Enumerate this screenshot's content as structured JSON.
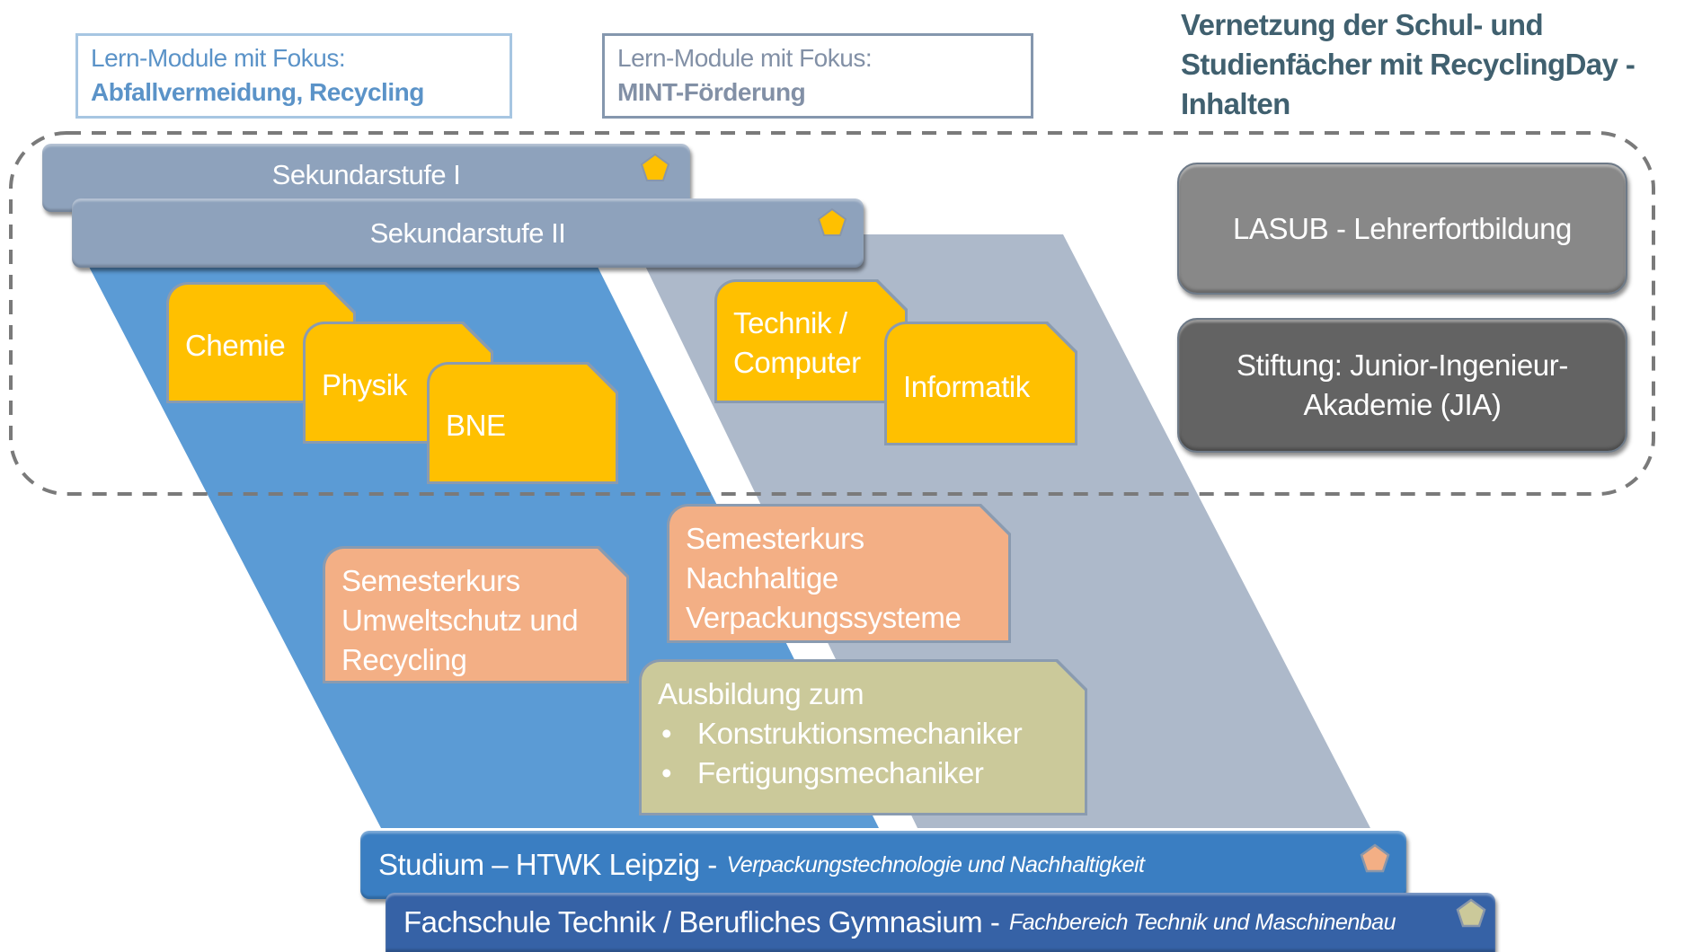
{
  "title": {
    "lines": [
      "Vernetzung der Schul- und",
      "Studienfächer mit RecyclingDay -",
      "Inhalten"
    ]
  },
  "focus_boxes": [
    {
      "line1": "Lern-Module mit Fokus:",
      "line2": "Abfallvermeidung, Recycling",
      "color": "#5b93c8"
    },
    {
      "line1": "Lern-Module mit Fokus:",
      "line2": "MINT-Förderung",
      "color": "#8290a6"
    }
  ],
  "school_levels": [
    {
      "label": "Sekundarstufe I",
      "marker": "pentagon-yellow"
    },
    {
      "label": "Sekundarstufe II",
      "marker": "pentagon-yellow"
    }
  ],
  "recycling_track": {
    "color": "#5b9bd5",
    "school_modules": [
      "Chemie",
      "Physik",
      "BNE"
    ],
    "course": {
      "lines": [
        "Semesterkurs",
        "Umweltschutz und",
        "Recycling"
      ]
    }
  },
  "mint_track": {
    "color": "#adb9ca",
    "school_modules": [
      {
        "lines": [
          "Technik /",
          "Computer"
        ]
      },
      {
        "lines": [
          "Informatik"
        ]
      }
    ],
    "course": {
      "lines": [
        "Semesterkurs",
        "Nachhaltige",
        "Verpackungssysteme"
      ]
    },
    "training": {
      "heading": "Ausbildung zum",
      "items": [
        "Konstruktionsmechaniker",
        "Fertigungsmechaniker"
      ]
    }
  },
  "partners": [
    {
      "label": "LASUB - Lehrerfortbildung",
      "color": "#888888"
    },
    {
      "lines": [
        "Stiftung: Junior-Ingenieur-",
        "Akademie (JIA)"
      ],
      "color": "#636363"
    }
  ],
  "institutions": [
    {
      "main": "Studium – HTWK Leipzig - ",
      "sub": "Verpackungstechnologie und Nachhaltigkeit",
      "marker": "pentagon-orange",
      "color": "#3a7ec2"
    },
    {
      "main": "Fachschule Technik / Berufliches Gymnasium - ",
      "sub": "Fachbereich Technik und Maschinenbau",
      "marker": "pentagon-olive",
      "color": "#3662a6"
    }
  ],
  "colors": {
    "module_yellow": "#ffc000",
    "module_orange": "#f3af85",
    "module_olive": "#cbc99a",
    "title_text": "#40606f"
  }
}
